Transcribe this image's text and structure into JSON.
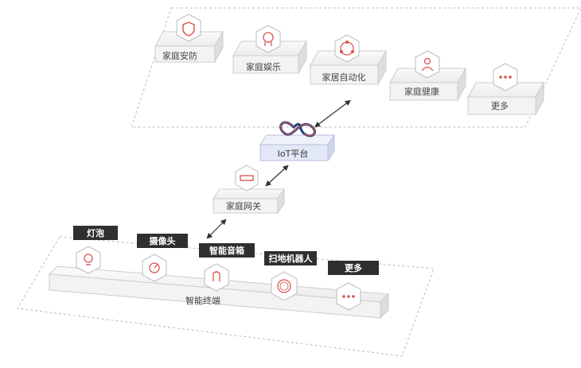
{
  "scenarios": {
    "items": [
      {
        "label": "家庭安防",
        "icon": "shield-icon"
      },
      {
        "label": "家庭娱乐",
        "icon": "head-icon"
      },
      {
        "label": "家居自动化",
        "icon": "circle-nodes-icon"
      },
      {
        "label": "家庭健康",
        "icon": "person-icon"
      },
      {
        "label": "更多",
        "icon": "more-dots-icon"
      }
    ]
  },
  "iot_platform": {
    "label": "IoT平台",
    "icon": "infinity-icon"
  },
  "gateway": {
    "label": "家庭网关",
    "icon": "router-icon"
  },
  "devices": {
    "base_label": "智能终端",
    "items": [
      {
        "label": "灯泡",
        "icon": "bulb-icon"
      },
      {
        "label": "摄像头",
        "icon": "camera-icon"
      },
      {
        "label": "智能音箱",
        "icon": "speaker-icon"
      },
      {
        "label": "扫地机器人",
        "icon": "robot-vacuum-icon"
      },
      {
        "label": "更多",
        "icon": "more-dots-icon"
      }
    ]
  },
  "colors": {
    "accent": "#d9534f",
    "tag_bg": "#2f2f2f",
    "platform_blue": "#e3e8f6"
  }
}
